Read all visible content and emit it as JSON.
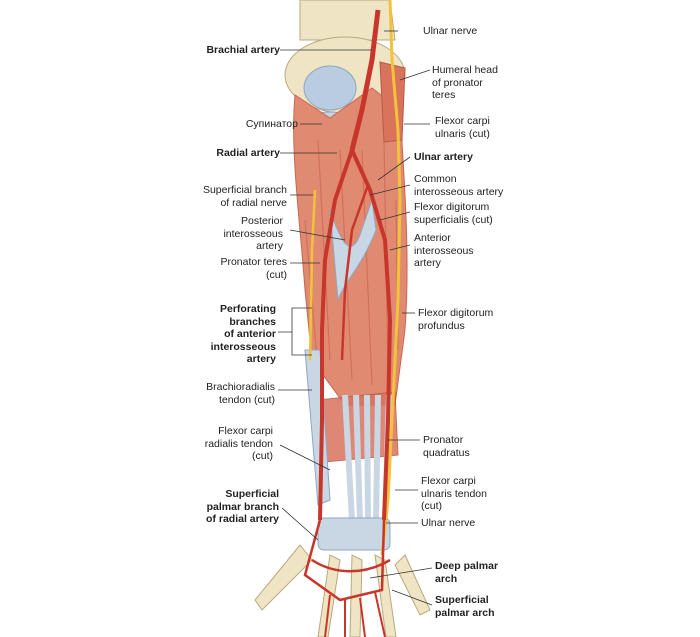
{
  "colors": {
    "muscle": "#e08a72",
    "muscle_dark": "#c96650",
    "artery": "#c8352a",
    "nerve": "#f2c23a",
    "tendon": "#c9d6e4",
    "bone": "#efe4c4",
    "leader": "#333333"
  },
  "labels": {
    "ulnar_nerve_top": "Ulnar nerve",
    "brachial_artery": "Brachial artery",
    "humeral_head_pronator_teres": "Humeral head\nof pronator\nteres",
    "supinator": "Супинатор",
    "flexor_carpi_ulnaris_cut": "Flexor carpi\nulnaris (cut)",
    "radial_artery": "Radial artery",
    "ulnar_artery": "Ulnar artery",
    "superficial_branch_radial_nerve": "Superficial branch\nof radial nerve",
    "common_interosseous_artery": "Common\ninterosseous artery",
    "flexor_digitorum_superficialis_cut": "Flexor digitorum\nsuperficialis (cut)",
    "posterior_interosseous_artery": "Posterior\ninterosseous\nartery",
    "anterior_interosseous_artery": "Anterior\ninterosseous\nartery",
    "pronator_teres_cut": "Pronator teres\n(cut)",
    "perforating_branches": "Perforating\nbranches\nof anterior\ninterosseous\nartery",
    "flexor_digitorum_profundus": "Flexor digitorum\nprofundus",
    "brachioradialis_tendon_cut": "Brachioradialis\ntendon (cut)",
    "flexor_carpi_radialis_tendon_cut": "Flexor carpi\nradialis tendon\n(cut)",
    "pronator_quadratus": "Pronator\nquadratus",
    "flexor_carpi_ulnaris_tendon_cut": "Flexor carpi\nulnaris tendon\n(cut)",
    "superficial_palmar_branch_radial_artery": "Superficial\npalmar branch\nof radial artery",
    "ulnar_nerve_bottom": "Ulnar nerve",
    "deep_palmar_arch": "Deep palmar\narch",
    "superficial_palmar_arch": "Superficial\npalmar arch"
  }
}
